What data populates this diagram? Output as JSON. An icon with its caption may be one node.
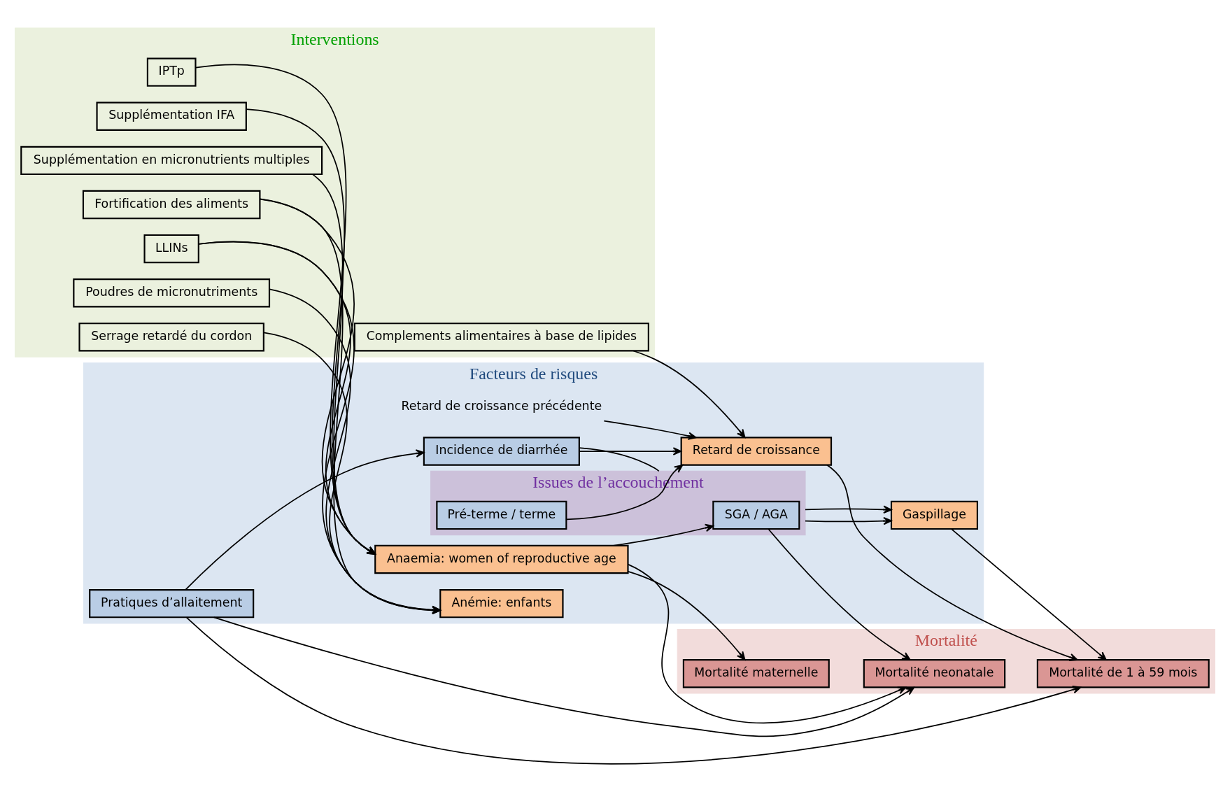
{
  "diagram": {
    "nodes": [
      {
        "text": [
          "Interventions"
        ]
      },
      {
        "text": [
          "Supplémentation IFA"
        ],
        "in": 0
      },
      {
        "text": [
          "Supplémentation en micronutrients multiples"
        ],
        "in": 0
      },
      {
        "text": [
          "IPTp"
        ],
        "in": 0
      },
      {
        "text": [
          "Fortification des aliments"
        ],
        "in": 0
      },
      {
        "text": [
          "LLINs"
        ],
        "in": 0
      },
      {
        "text": [
          "Complements alimentaires à base de lipides"
        ],
        "in": 0
      },
      {
        "text": [
          "Poudres de micronutriments"
        ],
        "in": 0
      },
      {
        "text": [
          "Serrage retardé du cordon"
        ],
        "in": 0
      },
      {
        "text": [
          "Facteurs de risques"
        ]
      },
      {
        "text": [
          "Anaemia: women of reproductive age"
        ],
        "in": 9
      },
      {
        "text": [
          "Issues de l’accouchement"
        ],
        "in": 9
      },
      {
        "text": [
          "SGA / AGA"
        ],
        "in": 11
      },
      {
        "text": [
          "Pré-terme / terme"
        ],
        "in": 11
      },
      {
        "text": [
          "Gaspillage"
        ],
        "in": 9
      },
      {
        "text": [
          "Retard de croissance"
        ],
        "in": 9
      },
      {
        "text": [
          "Retard de croissance précédente"
        ],
        "in": 9
      },
      {
        "text": [
          "Incidence de diarrhée"
        ],
        "in": 9
      },
      {
        "text": [
          "Pratiques d’allaitement"
        ],
        "in": 9
      },
      {
        "text": [
          "Anémie: enfants"
        ],
        "in": 9
      },
      {
        "text": [
          "Mortalité"
        ]
      },
      {
        "text": [
          "Mortalité maternelle"
        ],
        "in": 20
      },
      {
        "text": [
          "Mortalité neonatale"
        ],
        "in": 20
      },
      {
        "text": [
          "Mortalité de 1 à 59 mois"
        ],
        "in": 20
      }
    ],
    "edges": [
      {
        "from": 1,
        "to": 10,
        "arrow": "to"
      },
      {
        "from": 2,
        "to": 10,
        "arrow": "to"
      },
      {
        "from": 3,
        "to": 10,
        "arrow": "to"
      },
      {
        "from": 4,
        "to": 10,
        "arrow": "to"
      },
      {
        "from": 5,
        "to": 10,
        "arrow": "to"
      },
      {
        "from": 10,
        "to": 21,
        "arrow": "to"
      },
      {
        "from": 10,
        "to": 22,
        "arrow": "to"
      },
      {
        "from": 10,
        "to": 12,
        "arrow": "to"
      },
      {
        "from": 12,
        "to": 22,
        "arrow": "to"
      },
      {
        "from": 11,
        "to": 14,
        "arrow": "to"
      },
      {
        "from": 11,
        "to": 14,
        "arrow": "to"
      },
      {
        "from": 13,
        "to": 15,
        "arrow": "to"
      },
      {
        "from": 6,
        "to": 15,
        "arrow": "to"
      },
      {
        "from": 16,
        "to": 15,
        "arrow": "to"
      },
      {
        "from": 17,
        "to": 15,
        "arrow": "to"
      },
      {
        "from": 17,
        "to": 11,
        "arrow": "none"
      },
      {
        "from": 18,
        "to": 17,
        "arrow": "to"
      },
      {
        "from": 18,
        "to": 23,
        "arrow": "to"
      },
      {
        "from": 18,
        "to": 22,
        "arrow": "to"
      },
      {
        "from": 4,
        "to": 19,
        "arrow": "to"
      },
      {
        "from": 5,
        "to": 19,
        "arrow": "to"
      },
      {
        "from": 7,
        "to": 19,
        "arrow": "to"
      },
      {
        "from": 8,
        "to": 19,
        "arrow": "to"
      },
      {
        "from": 14,
        "to": 23,
        "arrow": "to"
      },
      {
        "from": 15,
        "to": 23,
        "arrow": "to"
      }
    ]
  }
}
